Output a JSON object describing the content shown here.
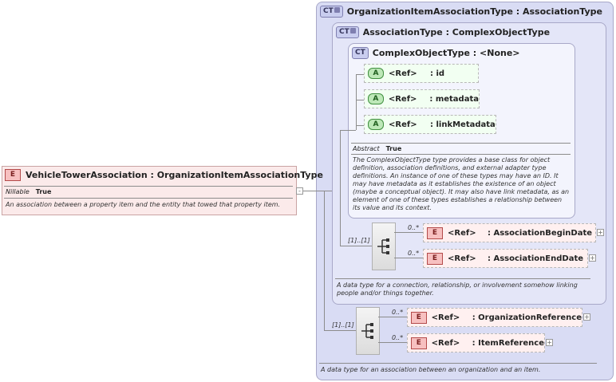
{
  "outer_type": {
    "icon": "CT",
    "title": "OrganizationItemAssociationType : AssociationType",
    "description": "A data type for an association between an organization and an item."
  },
  "mid_type": {
    "icon": "CT",
    "title": "AssociationType : ComplexObjectType",
    "description": "A data type for a connection, relationship, or involvement somehow linking people and/or things together."
  },
  "inner_type": {
    "icon": "CT",
    "title": "ComplexObjectType : <None>",
    "abstract_label": "Abstract",
    "abstract_value": "True",
    "description": "The ComplexObjectType type provides a base class for object definition, association definitions, and external adapter type definitions. An instance of one of these types may have an ID. It may have metadata as it establishes the existence of an object (maybe a conceptual object). It may also have link metadata, as an element of one of these types establishes a relationship between its value and its context.",
    "attributes": [
      {
        "icon": "A",
        "ref": "<Ref>",
        "name": ": id"
      },
      {
        "icon": "A",
        "ref": "<Ref>",
        "name": ": metadata"
      },
      {
        "icon": "A",
        "ref": "<Ref>",
        "name": ": linkMetadata"
      }
    ]
  },
  "mid_sequence": {
    "cardinality": "[1]..[1]",
    "elements": [
      {
        "icon": "E",
        "occurs": "0..*",
        "ref": "<Ref>",
        "name": ": AssociationBeginDate",
        "expand": "+"
      },
      {
        "icon": "E",
        "occurs": "0..*",
        "ref": "<Ref>",
        "name": ": AssociationEndDate",
        "expand": "+"
      }
    ]
  },
  "outer_sequence": {
    "cardinality": "[1]..[1]",
    "elements": [
      {
        "icon": "E",
        "occurs": "0..*",
        "ref": "<Ref>",
        "name": ": OrganizationReference",
        "expand": "+"
      },
      {
        "icon": "E",
        "occurs": "0..*",
        "ref": "<Ref>",
        "name": ": ItemReference",
        "expand": "+"
      }
    ]
  },
  "main_element": {
    "icon": "E",
    "title": "VehicleTowerAssociation : OrganizationItemAssociationType",
    "nillable_label": "Nillable",
    "nillable_value": "True",
    "description": "An association between a property item and the entity that towed that property item.",
    "collapse": "-"
  },
  "colors": {
    "complex_type_bg": "#d9dcf4",
    "element_bg": "#fbeaea",
    "attribute_bg": "#f2fff2"
  }
}
